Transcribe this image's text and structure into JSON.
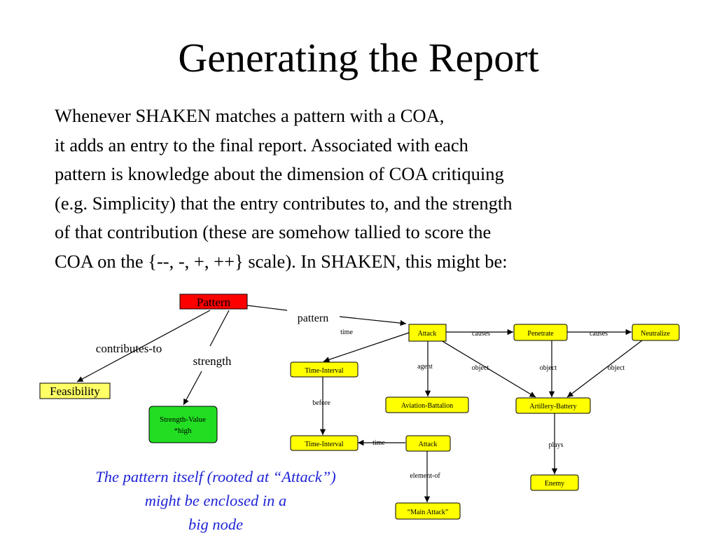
{
  "slide": {
    "title": "Generating the Report",
    "body_lines": [
      "Whenever SHAKEN matches a pattern with a COA,",
      "it adds an entry to the final report.  Associated with each",
      "pattern is knowledge about the dimension of COA critiquing",
      "(e.g. Simplicity) that the entry contributes to, and the strength",
      "of that contribution (these are somehow tallied to score the",
      "COA on the {--, -, +, ++} scale).  In SHAKEN, this might be:"
    ],
    "note_lines": [
      "The pattern itself (rooted at “Attack”)",
      "might be enclosed in a",
      "big node"
    ],
    "note_color": "#1f24d6"
  },
  "diagram": {
    "nodes": {
      "pattern": "Pattern",
      "feasibility": "Feasibility",
      "strength_value_line1": "Strength-Value",
      "strength_value_line2": "*high",
      "attack_top": "Attack",
      "penetrate": "Penetrate",
      "neutralize": "Neutralize",
      "time_interval_1": "Time-Interval",
      "aviation_battalion": "Aviation-Battalion",
      "artillery_battery": "Artillery-Battery",
      "time_interval_2": "Time-Interval",
      "attack_bottom": "Attack",
      "enemy": "Enemy",
      "main_attack": "“Main Attack”"
    },
    "edge_labels": {
      "contributes_to": "contributes-to",
      "strength": "strength",
      "pattern": "pattern",
      "time_top": "time",
      "causes_1": "causes",
      "causes_2": "causes",
      "agent": "agent",
      "object_1": "object",
      "object_2": "object",
      "object_3": "object",
      "before": "before",
      "time_bottom": "time",
      "plays": "plays",
      "element_of": "element-of"
    },
    "colors": {
      "pattern_node": "#ff0000",
      "feasibility_node": "#ffff66",
      "strength_value_node": "#22dd22",
      "concept_node": "#ffff00",
      "edge": "#000000"
    }
  }
}
